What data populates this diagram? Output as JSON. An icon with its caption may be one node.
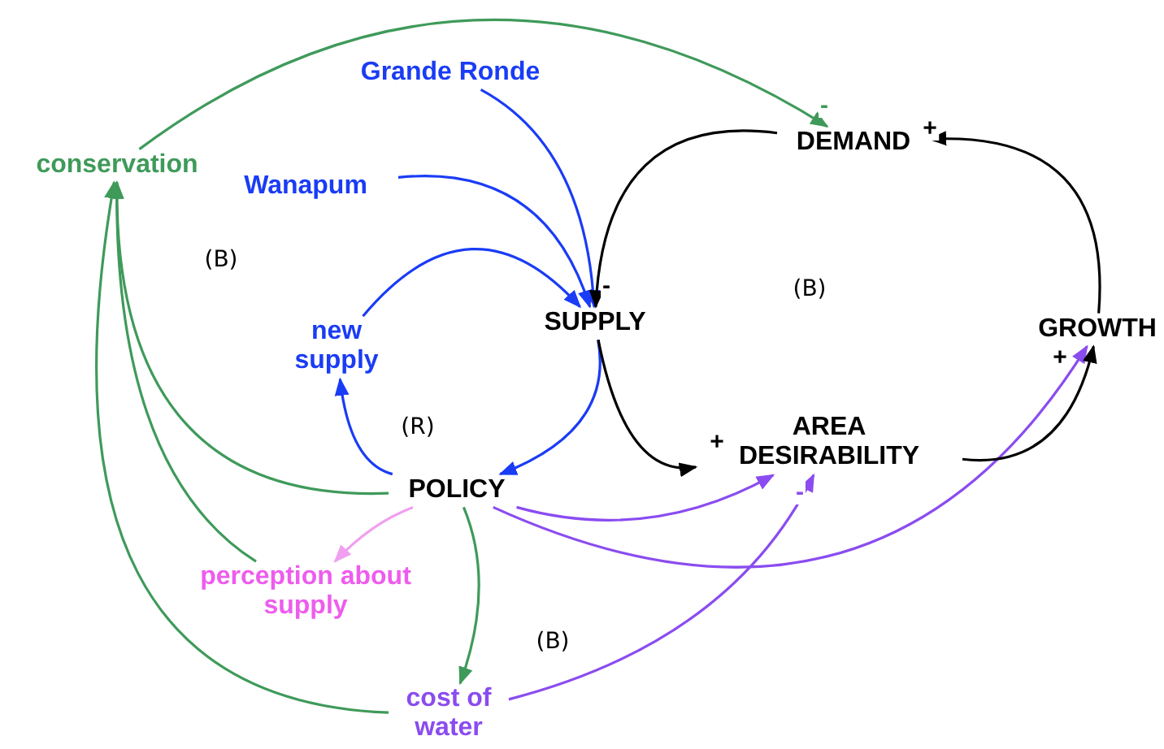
{
  "diagram": {
    "nodes": [
      {
        "text": [
          "Grande Ronde"
        ]
      },
      {
        "text": [
          "conservation"
        ]
      },
      {
        "text": [
          "Wanapum"
        ]
      },
      {
        "text": [
          "DEMAND"
        ]
      },
      {
        "text": [
          "new supply"
        ]
      },
      {
        "text": [
          "SUPPLY"
        ]
      },
      {
        "text": [
          "GROWTH"
        ]
      },
      {
        "text": [
          "AREA DESIRABILITY"
        ]
      },
      {
        "text": [
          "POLICY"
        ]
      },
      {
        "text": [
          "perception about supply"
        ]
      },
      {
        "text": [
          "cost of water"
        ]
      }
    ],
    "edges": [
      {
        "from": 0,
        "to": 5,
        "arrow": "to",
        "color": "#1a3cf5"
      },
      {
        "from": 2,
        "to": 5,
        "arrow": "to",
        "color": "#1a3cf5"
      },
      {
        "from": 4,
        "to": 5,
        "arrow": "to",
        "color": "#1a3cf5"
      },
      {
        "from": 5,
        "to": 8,
        "arrow": "to",
        "color": "#1a3cf5"
      },
      {
        "from": 8,
        "to": 4,
        "arrow": "to",
        "color": "#1a3cf5"
      },
      {
        "from": 1,
        "to": 3,
        "arrow": "to",
        "label": "-",
        "color": "#3f9a5a"
      },
      {
        "from": 8,
        "to": 1,
        "arrow": "to",
        "color": "#3f9a5a"
      },
      {
        "from": 9,
        "to": 1,
        "arrow": "to",
        "color": "#3f9a5a"
      },
      {
        "from": 10,
        "to": 1,
        "arrow": "to",
        "color": "#3f9a5a"
      },
      {
        "from": 8,
        "to": 9,
        "arrow": "to",
        "color": "#f0a0f0"
      },
      {
        "from": 8,
        "to": 10,
        "arrow": "to",
        "color": "#3f9a5a"
      },
      {
        "from": 10,
        "to": 7,
        "arrow": "to",
        "label": "-",
        "color": "#8a4cf0"
      },
      {
        "from": 8,
        "to": 7,
        "arrow": "to",
        "color": "#8a4cf0"
      },
      {
        "from": 8,
        "to": 6,
        "arrow": "to",
        "color": "#8a4cf0"
      },
      {
        "from": 3,
        "to": 5,
        "arrow": "to",
        "label": "-",
        "color": "#000000"
      },
      {
        "from": 5,
        "to": 7,
        "arrow": "to",
        "label": "+",
        "color": "#000000"
      },
      {
        "from": 7,
        "to": 6,
        "arrow": "to",
        "label": "+",
        "color": "#000000"
      },
      {
        "from": 6,
        "to": 3,
        "arrow": "to",
        "label": "+",
        "color": "#000000"
      }
    ],
    "labels": [
      "(B)",
      "(B)",
      "(R)",
      "(B)"
    ]
  }
}
